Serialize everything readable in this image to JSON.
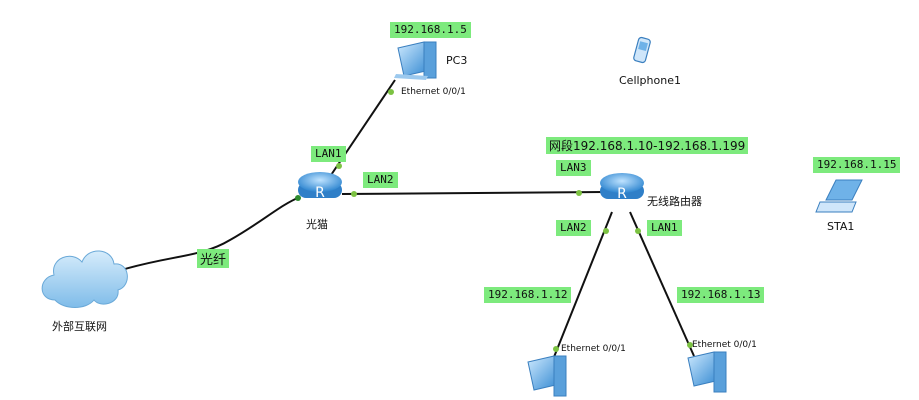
{
  "devices": {
    "pc3": {
      "label": "PC3",
      "ip": "192.168.1.5",
      "port": "Ethernet 0/0/1"
    },
    "cellphone": {
      "label": "Cellphone1"
    },
    "modem": {
      "label": "光猫",
      "lan1": "LAN1",
      "lan2": "LAN2",
      "link_label": "光纤"
    },
    "internet": {
      "label": "外部互联网"
    },
    "router": {
      "label": "无线路由器",
      "segment": "网段192.168.1.10-192.168.1.199",
      "lan1": "LAN1",
      "lan2": "LAN2",
      "lan3": "LAN3"
    },
    "sta1": {
      "label": "STA1",
      "ip": "192.168.1.15"
    },
    "pc_left": {
      "ip": "192.168.1.12",
      "port": "Ethernet 0/0/1"
    },
    "pc_right": {
      "ip": "192.168.1.13",
      "port": "Ethernet 0/0/1"
    }
  },
  "colors": {
    "label_bg": "#7dea7d",
    "router_blue": "#3a8fd6",
    "cloud": "#8fc8f2",
    "link": "#111111",
    "port_dot": "#7cc242"
  }
}
